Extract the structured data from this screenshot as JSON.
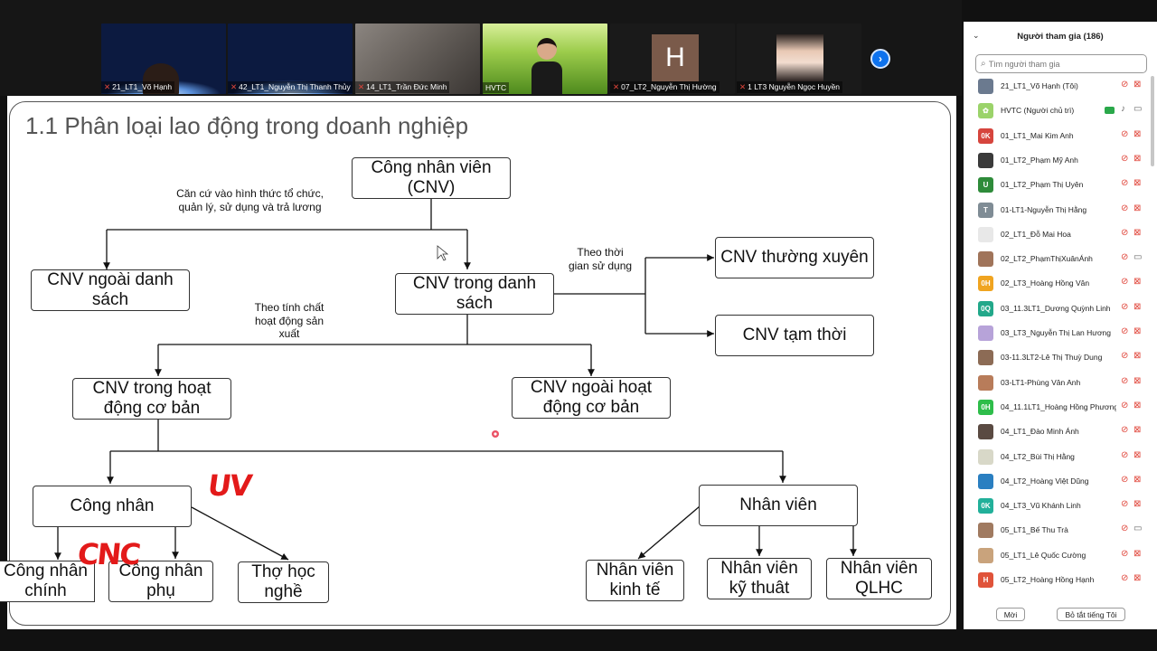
{
  "video": {
    "tiles": [
      {
        "name": "21_LT1_Võ Hạnh",
        "muted": true
      },
      {
        "name": "42_LT1_Nguyễn Thị Thanh Thủy",
        "muted": true
      },
      {
        "name": "14_LT1_Trần Đức Minh",
        "muted": true
      },
      {
        "name": "HVTC",
        "muted": false
      },
      {
        "name": "07_LT2_Nguyễn Thị Hường",
        "muted": true,
        "avatar_letter": "H"
      },
      {
        "name": "1 LT3 Nguyễn Ngọc Huyền",
        "muted": true
      }
    ],
    "next_icon": "›"
  },
  "slide": {
    "title": "1.1 Phân loại lao động trong doanh nghiệp",
    "nodes": {
      "cnv": "Công nhân viên (CNV)",
      "ngoai_ds": "CNV ngoài danh sách",
      "trong_ds": "CNV trong danh sách",
      "thuong_xuyen": "CNV thường xuyên",
      "tam_thoi": "CNV tạm thời",
      "trong_hd": "CNV trong hoạt động cơ bản",
      "ngoai_hd": "CNV ngoài hoạt động cơ bản",
      "cong_nhan": "Công nhân",
      "nhan_vien": "Nhân viên",
      "cn_chinh": "Công nhân chính",
      "cn_phu": "Công nhân phụ",
      "tho_hoc_nghe": "Thợ học nghề",
      "nv_kinh_te": "Nhân viên kinh tế",
      "nv_ky_thuat": "Nhân viên kỹ thuât",
      "nv_qlhc": "Nhân viên QLHC"
    },
    "labels": {
      "can_cu": "Căn cứ vào hình thức tổ chức, quản lý, sử dụng và trả lương",
      "theo_thoi_gian": "Theo thời gian sử dụng",
      "theo_tinh_chat": "Theo tính chất hoạt động sản xuất"
    },
    "annotations": {
      "uv": "UV",
      "cnc": "CNC"
    },
    "ink_color": "#e31a1a"
  },
  "panel": {
    "title": "Người tham gia (186)",
    "collapse_icon": "⌄",
    "search_placeholder": "Tìm người tham gia",
    "participants": [
      {
        "name": "21_LT1_Võ Hạnh (Tôi)",
        "initials": "",
        "color": "#6b7a8f",
        "mic": "muted",
        "cam": "off"
      },
      {
        "name": "HVTC (Người chủ trì)",
        "initials": "✿",
        "color": "#9bd36a",
        "mic": "on",
        "cam": "on",
        "sharing": true
      },
      {
        "name": "01_LT1_Mai Kim Anh",
        "initials": "0K",
        "color": "#d6453d",
        "mic": "muted",
        "cam": "off"
      },
      {
        "name": "01_LT2_Phạm Mỹ Anh",
        "initials": "",
        "color": "#3a3a3a",
        "mic": "muted",
        "cam": "off"
      },
      {
        "name": "01_LT2_Phạm Thị Uyên",
        "initials": "U",
        "color": "#2e8b3a",
        "mic": "muted",
        "cam": "off"
      },
      {
        "name": "01-LT1-Nguyễn Thị Hằng",
        "initials": "T",
        "color": "#7f8c95",
        "mic": "muted",
        "cam": "off"
      },
      {
        "name": "02_LT1_Đỗ Mai Hoa",
        "initials": "",
        "color": "#e8e8e8",
        "mic": "muted",
        "cam": "off"
      },
      {
        "name": "02_LT2_PhạmThịXuânÁnh",
        "initials": "",
        "color": "#a0745a",
        "mic": "muted",
        "cam": "on"
      },
      {
        "name": "02_LT3_Hoàng Hồng  Vân",
        "initials": "0H",
        "color": "#f0a420",
        "mic": "muted",
        "cam": "off"
      },
      {
        "name": "03_11.3LT1_Dương Quỳnh Linh",
        "initials": "0Q",
        "color": "#22a88a",
        "mic": "muted",
        "cam": "off"
      },
      {
        "name": "03_LT3_Nguyễn Thị Lan Hương",
        "initials": "",
        "color": "#b7a3d9",
        "mic": "muted",
        "cam": "off"
      },
      {
        "name": "03-11.3LT2-Lê Thị Thuỳ Dung",
        "initials": "",
        "color": "#8c6b55",
        "mic": "muted",
        "cam": "off"
      },
      {
        "name": "03-LT1-Phùng Vân Anh",
        "initials": "",
        "color": "#b87c5a",
        "mic": "muted",
        "cam": "off"
      },
      {
        "name": "04_11.1LT1_Hoàng Hồng Phương",
        "initials": "0H",
        "color": "#2ebd4a",
        "mic": "muted",
        "cam": "off"
      },
      {
        "name": "04_LT1_Đào Minh Ánh",
        "initials": "",
        "color": "#5a4a42",
        "mic": "muted",
        "cam": "off"
      },
      {
        "name": "04_LT2_Bùi Thị Hằng",
        "initials": "",
        "color": "#d8d8c8",
        "mic": "muted",
        "cam": "off"
      },
      {
        "name": "04_LT2_Hoàng Việt Dũng",
        "initials": "",
        "color": "#2a7fc1",
        "mic": "muted",
        "cam": "off"
      },
      {
        "name": "04_LT3_Vũ Khánh Linh",
        "initials": "0K",
        "color": "#22b09a",
        "mic": "muted",
        "cam": "off"
      },
      {
        "name": "05_LT1_Bế Thu Trà",
        "initials": "",
        "color": "#a07a60",
        "mic": "muted",
        "cam": "on"
      },
      {
        "name": "05_LT1_Lê Quốc Cường",
        "initials": "",
        "color": "#c9a37c",
        "mic": "muted",
        "cam": "off"
      },
      {
        "name": "05_LT2_Hoàng Hồng Hạnh",
        "initials": "H",
        "color": "#e0533a",
        "mic": "muted",
        "cam": "off"
      }
    ],
    "invite_label": "Mời",
    "mute_all_label": "Bỏ tắt tiếng Tôi"
  }
}
